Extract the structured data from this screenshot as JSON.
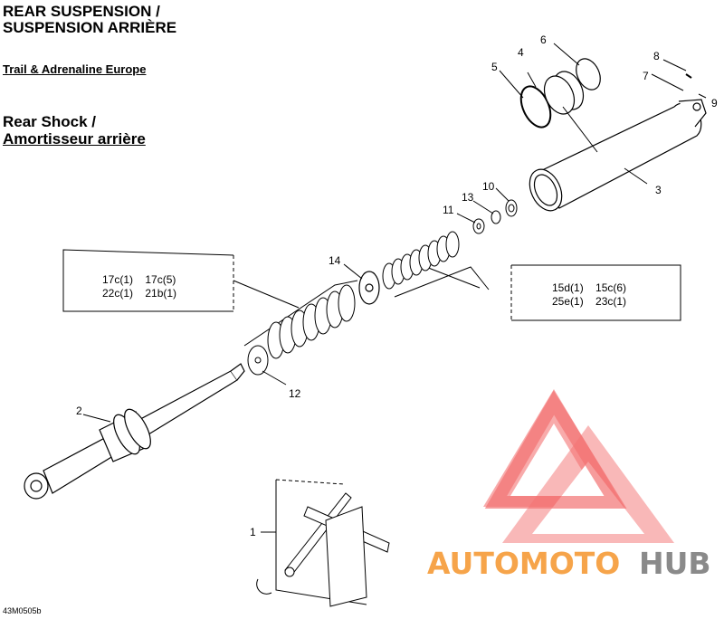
{
  "header": {
    "title_en": "REAR SUSPENSION /",
    "title_fr": "SUSPENSION ARRIÈRE",
    "model": "Trail & Adrenaline Europe",
    "section_en": "Rear Shock /",
    "section_fr": "Amortisseur arrière"
  },
  "callouts": {
    "c1": "1",
    "c2": "2",
    "c3": "3",
    "c4": "4",
    "c5": "5",
    "c6": "6",
    "c7": "7",
    "c8": "8",
    "c9": "9",
    "c10": "10",
    "c11": "11",
    "c12": "12",
    "c13": "13",
    "c14": "14"
  },
  "spring_box_left": {
    "line1": "17c(1)    17c(5)",
    "line2": "22c(1)    21b(1)"
  },
  "spring_box_right": {
    "line1": "15d(1)    15c(6)",
    "line2": "25e(1)    23c(1)"
  },
  "watermark": {
    "part1": "AUTOMOTO",
    "part2": "HUB",
    "color_red": "#f04a4a",
    "color_orange": "#f6a44a",
    "color_gray": "#8a8a8a"
  },
  "drawing_code": "43M0505b"
}
